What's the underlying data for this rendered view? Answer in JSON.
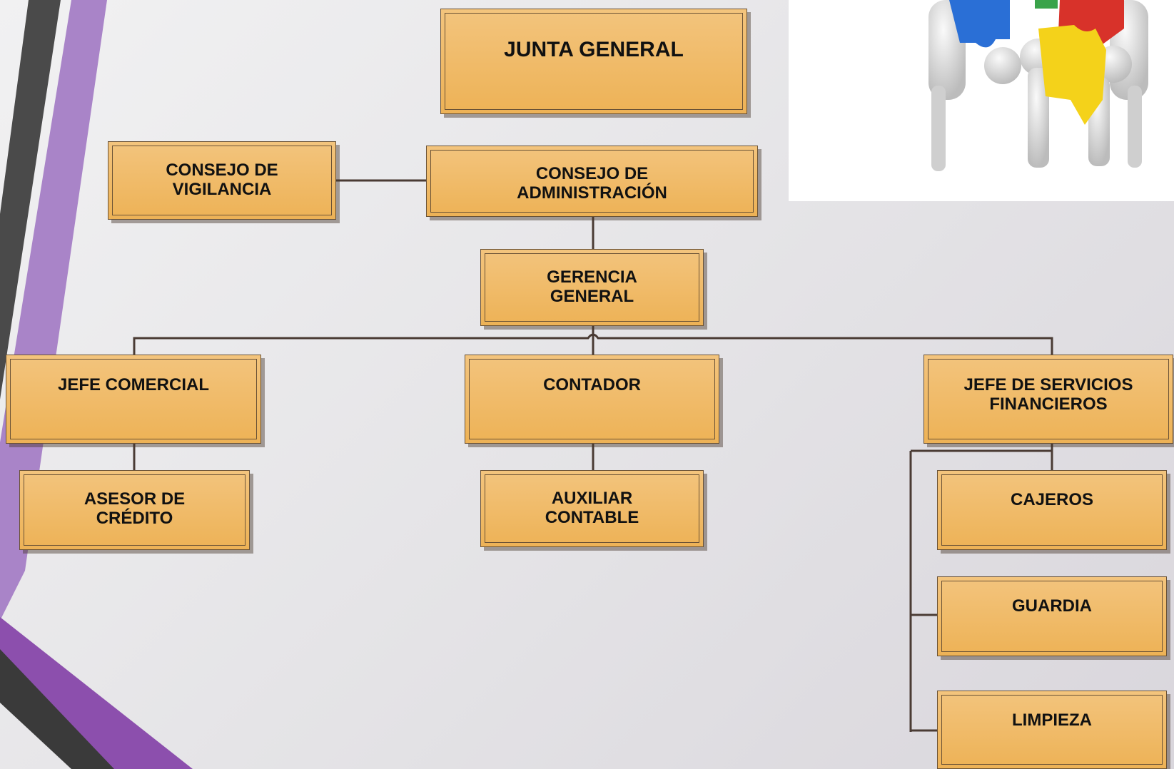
{
  "org_chart": {
    "junta_general": "JUNTA GENERAL",
    "consejo_vigilancia": "CONSEJO DE\nVIGILANCIA",
    "consejo_administracion": "CONSEJO DE\nADMINISTRACIÓN",
    "gerencia_general": "GERENCIA\nGENERAL",
    "jefe_comercial": "JEFE COMERCIAL",
    "contador": "CONTADOR",
    "jefe_servicios_financieros": "JEFE DE SERVICIOS\nFINANCIEROS",
    "asesor_credito": "ASESOR DE\nCRÉDITO",
    "auxiliar_contable": "AUXILIAR\nCONTABLE",
    "cajeros": "CAJEROS",
    "guardia": "GUARDIA",
    "limpieza": "LIMPIEZA"
  },
  "colors": {
    "box_top": "#f3c47d",
    "box_bottom": "#edb256",
    "box_border": "#6a5236",
    "connector": "#4a3b34",
    "accent_purple": "#8e55ad",
    "accent_dark": "#3a3a3a"
  },
  "image": {
    "semantic": "teamwork-puzzle-figures-illustration"
  }
}
